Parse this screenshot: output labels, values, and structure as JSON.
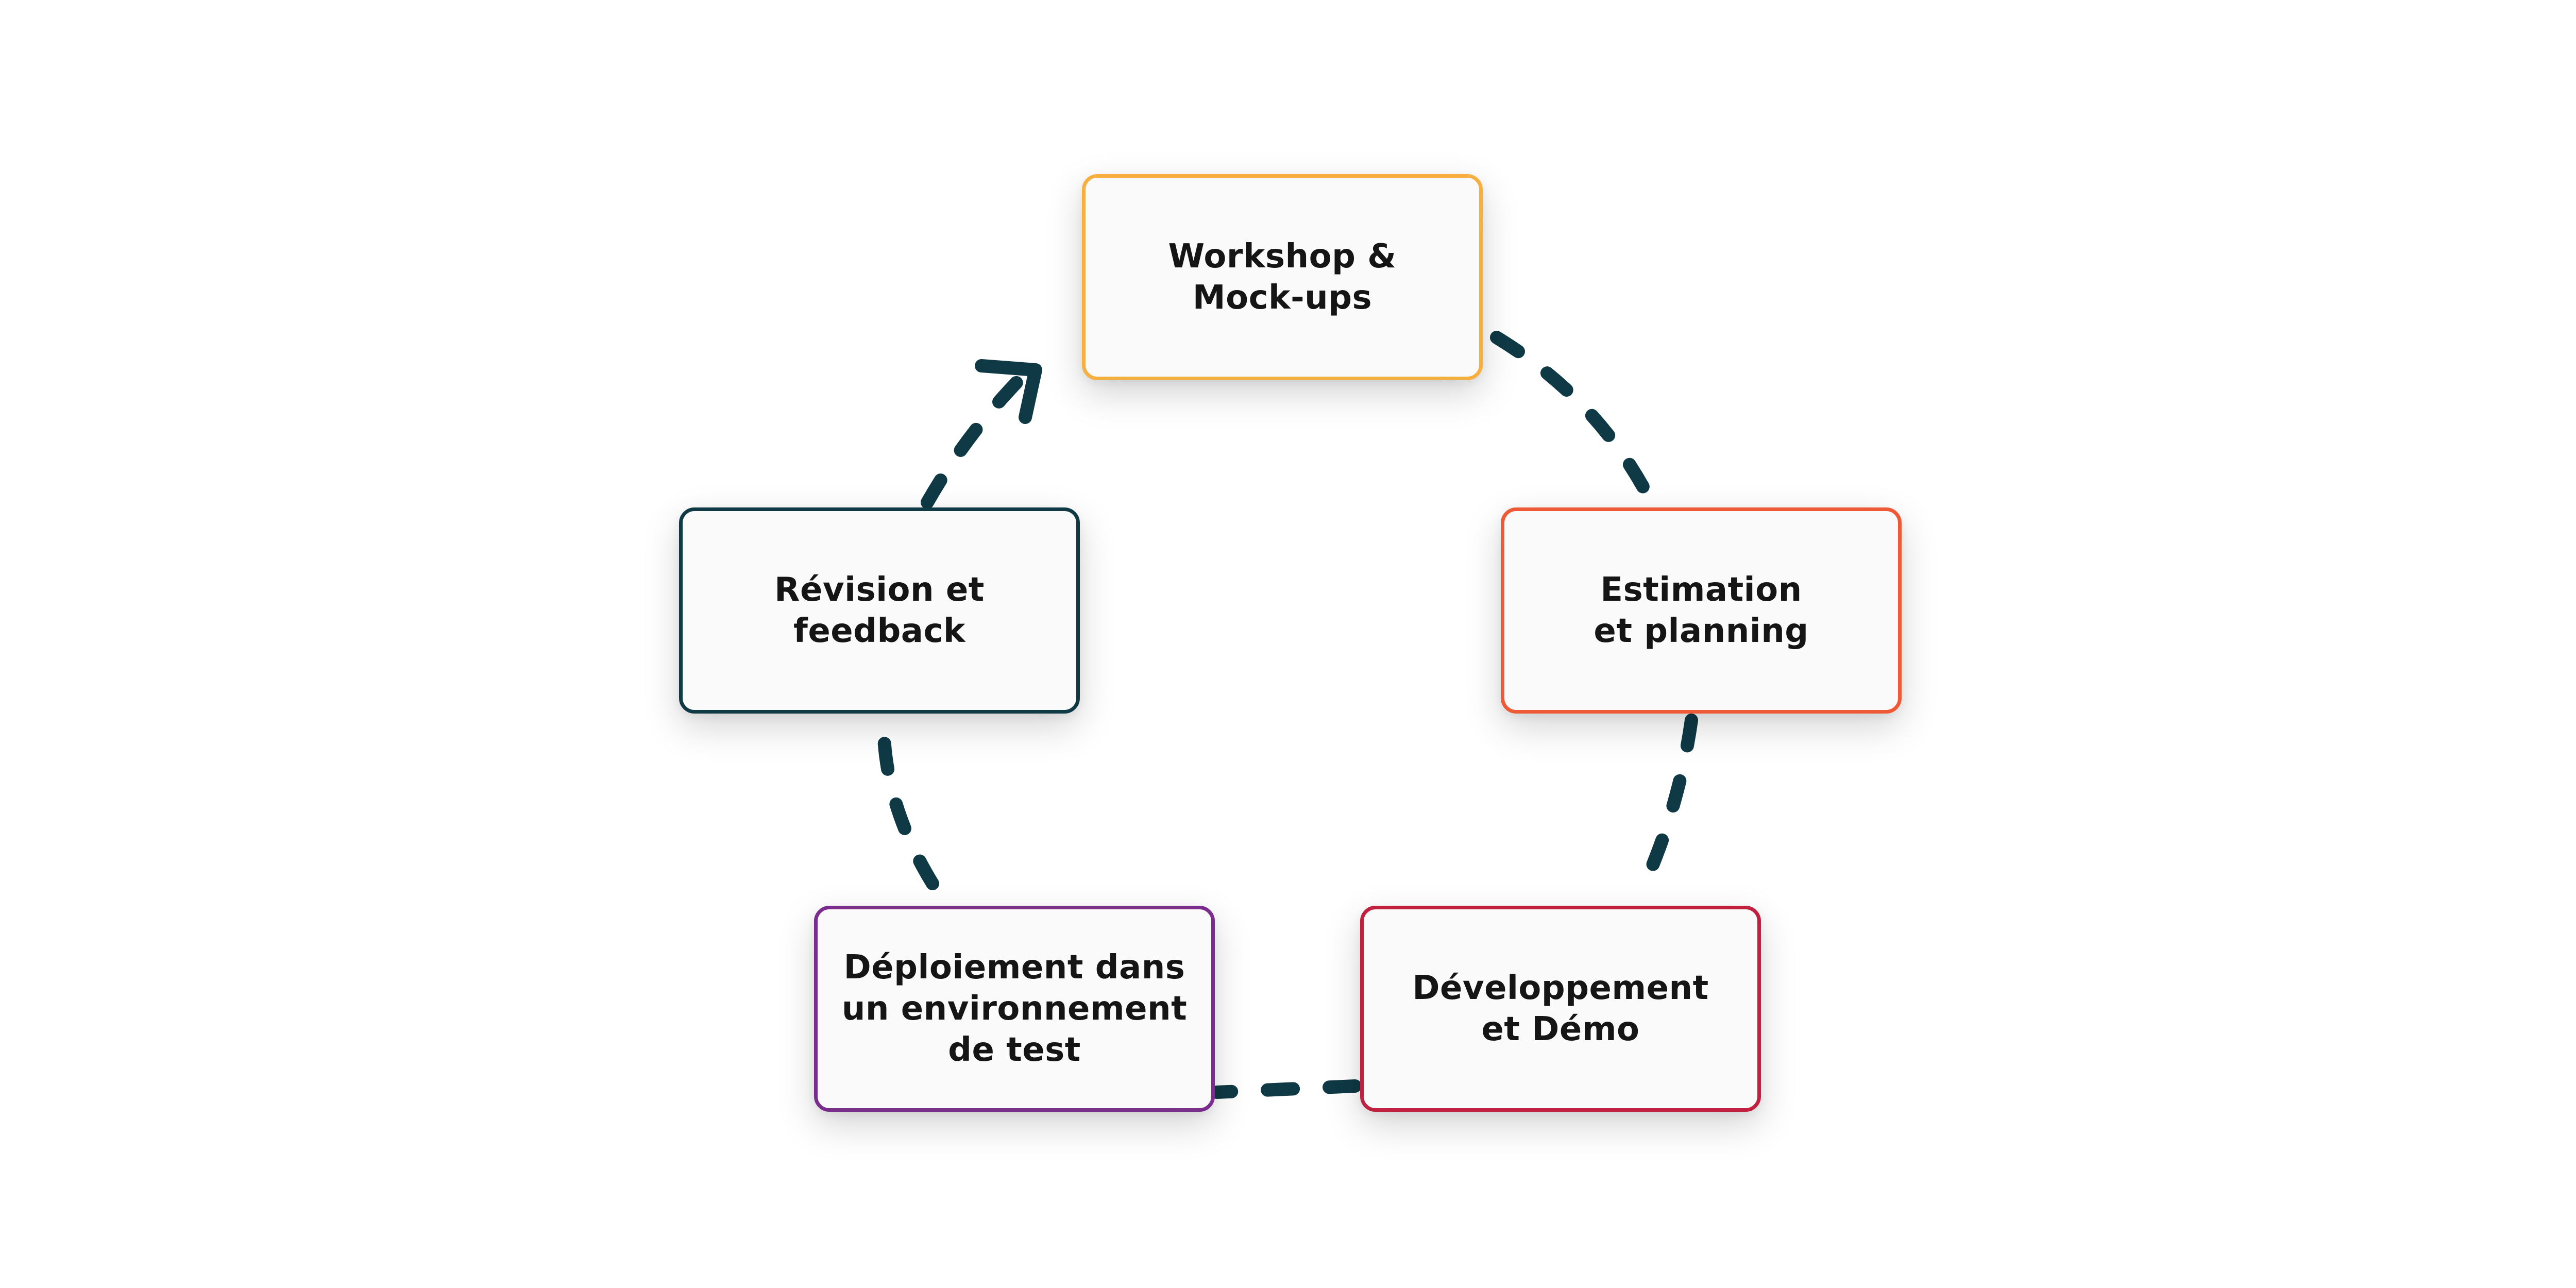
{
  "diagram": {
    "steps": [
      {
        "id": "workshop",
        "label": "Workshop &\nMock-ups",
        "color": "#F5B041"
      },
      {
        "id": "estimation",
        "label": "Estimation\net planning",
        "color": "#EE5A36"
      },
      {
        "id": "dev",
        "label": "Développement\net Démo",
        "color": "#C0213F"
      },
      {
        "id": "deploy",
        "label": "Déploiement dans\nun environnement\nde test",
        "color": "#7B2D8E"
      },
      {
        "id": "review",
        "label": "Révision et\nfeedback",
        "color": "#0E3945"
      }
    ],
    "connector_color": "#0E3945"
  }
}
